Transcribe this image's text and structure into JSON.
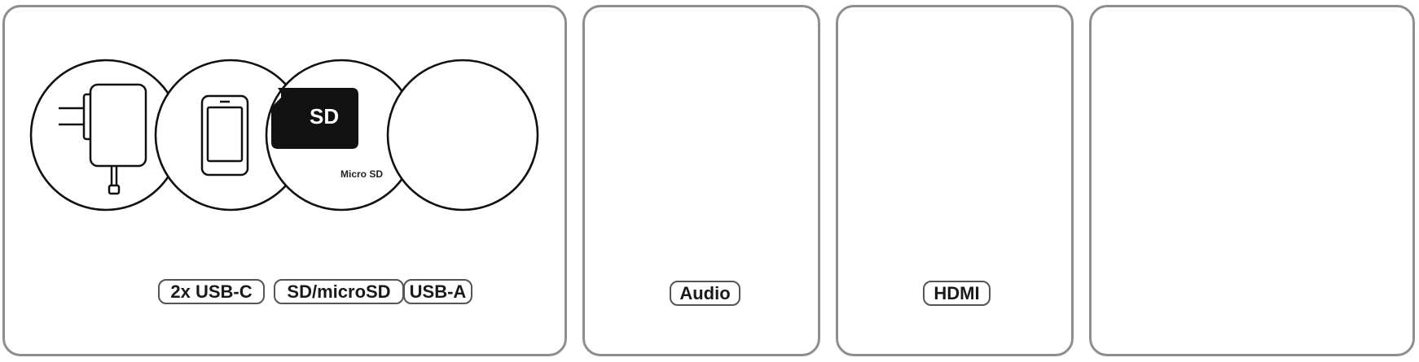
{
  "panels": {
    "hub": {
      "labels": {
        "usbc": "2x USB-C",
        "sd": "SD/microSD",
        "usba": "USB-A"
      },
      "sd_card_text": "SD",
      "microsd_card_text": "Micro SD"
    },
    "audio": {
      "label": "Audio"
    },
    "hdmi": {
      "label": "HDMI"
    }
  },
  "colors": {
    "arrow": "#1a9fd1",
    "outline": "#8e8e8e",
    "ink": "#111111"
  },
  "icons": [
    "power-adapter-icon",
    "smartphone-icon",
    "sd-card-icon",
    "microsd-card-icon",
    "usb-drive-icon",
    "mouse-icon",
    "headset-icon",
    "monitor-icon",
    "speaker-icon",
    "projector-icon",
    "usb-hub-device-icon"
  ]
}
